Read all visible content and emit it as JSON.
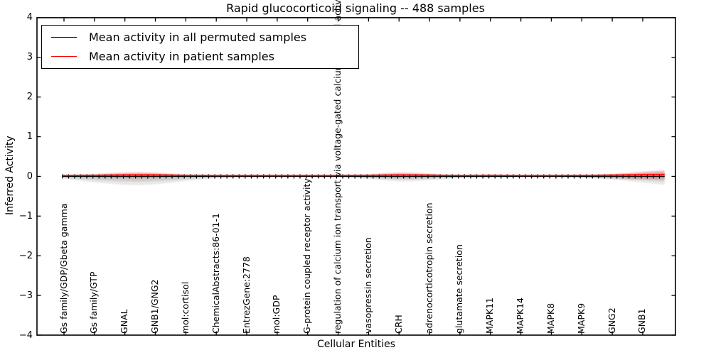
{
  "title": "Rapid glucocorticoid signaling -- 488 samples",
  "axes": {
    "xlabel": "Cellular Entities",
    "ylabel": "Inferred Activity",
    "ytick_labels": [
      "4",
      "3",
      "2",
      "1",
      "0",
      "−1",
      "−2",
      "−3",
      "−4"
    ]
  },
  "legend": {
    "entries": [
      {
        "label": "Mean activity in all permuted samples",
        "color": "#000000"
      },
      {
        "label": "Mean activity in patient samples",
        "color": "#ff0000"
      }
    ]
  },
  "chart_data": {
    "type": "line",
    "title": "Rapid glucocorticoid signaling -- 488 samples",
    "xlabel": "Cellular Entities",
    "ylabel": "Inferred Activity",
    "ylim": [
      -4,
      4
    ],
    "yticks": [
      4,
      3,
      2,
      1,
      0,
      -1,
      -2,
      -3,
      -4
    ],
    "grid": false,
    "legend_position": "upper left",
    "marker": "+",
    "categories": [
      "Gs family/GDP/Gbeta gamma",
      "Gs family/GTP",
      "GNAL",
      "GNB1/GNG2",
      "mol:cortisol",
      "ChemicalAbstracts:86-01-1",
      "EntrezGene:2778",
      "mol:GDP",
      "G-protein coupled receptor activity",
      "regulation of calcium ion transport via voltage-gated calcium channel activity",
      "vasopressin secretion",
      "CRH",
      "adrenocorticotropin secretion",
      "glutamate secretion",
      "MAPK11",
      "MAPK14",
      "MAPK8",
      "MAPK9",
      "GNG2",
      "GNB1"
    ],
    "series": [
      {
        "name": "Mean activity in all permuted samples",
        "color": "#000000",
        "values": [
          0,
          0,
          0,
          0,
          0,
          0,
          0,
          0,
          0,
          0,
          0,
          0,
          0,
          0,
          0,
          0,
          0,
          0,
          0,
          0
        ]
      },
      {
        "name": "Mean activity in patient samples",
        "color": "#ff0000",
        "values": [
          0.01,
          0.015,
          0.025,
          0.025,
          0.015,
          0.01,
          0.01,
          0.01,
          0.01,
          0.01,
          0.015,
          0.025,
          0.02,
          0.01,
          0.015,
          0.01,
          0.01,
          0.012,
          0.02,
          0.03
        ]
      }
    ],
    "bands": [
      {
        "name": "activity range in permuted samples",
        "color": "#787878",
        "points": [
          [
            0.95,
            -0.02,
            0.015
          ],
          [
            1,
            -0.06,
            0.03
          ],
          [
            1.5,
            -0.11,
            0.05
          ],
          [
            2,
            -0.15,
            0.06
          ],
          [
            2.5,
            -0.185,
            0.075
          ],
          [
            3,
            -0.21,
            0.085
          ],
          [
            3.5,
            -0.22,
            0.09
          ],
          [
            4,
            -0.2,
            0.085
          ],
          [
            4.5,
            -0.16,
            0.07
          ],
          [
            5,
            -0.115,
            0.055
          ],
          [
            5.5,
            -0.075,
            0.04
          ],
          [
            6,
            -0.05,
            0.03
          ],
          [
            6.5,
            -0.035,
            0.025
          ],
          [
            7,
            -0.025,
            0.02
          ],
          [
            7.5,
            -0.022,
            0.018
          ],
          [
            8,
            -0.022,
            0.018
          ],
          [
            8.5,
            -0.022,
            0.018
          ],
          [
            9,
            -0.022,
            0.018
          ],
          [
            9.5,
            -0.022,
            0.018
          ],
          [
            10,
            -0.025,
            0.02
          ],
          [
            10.5,
            -0.035,
            0.03
          ],
          [
            11,
            -0.06,
            0.05
          ],
          [
            11.5,
            -0.1,
            0.085
          ],
          [
            12,
            -0.125,
            0.105
          ],
          [
            12.5,
            -0.12,
            0.1
          ],
          [
            13,
            -0.095,
            0.075
          ],
          [
            13.5,
            -0.065,
            0.05
          ],
          [
            14,
            -0.04,
            0.03
          ],
          [
            14.5,
            -0.03,
            0.022
          ],
          [
            15,
            -0.025,
            0.02
          ],
          [
            15.5,
            -0.022,
            0.018
          ],
          [
            16,
            -0.022,
            0.018
          ],
          [
            16.5,
            -0.022,
            0.018
          ],
          [
            17,
            -0.022,
            0.018
          ],
          [
            17.5,
            -0.025,
            0.02
          ],
          [
            18,
            -0.035,
            0.028
          ],
          [
            18.5,
            -0.055,
            0.04
          ],
          [
            19,
            -0.08,
            0.06
          ],
          [
            19.5,
            -0.115,
            0.085
          ],
          [
            20,
            -0.155,
            0.115
          ],
          [
            20.4,
            -0.19,
            0.14
          ],
          [
            20.72,
            -0.21,
            0.155
          ]
        ]
      },
      {
        "name": "activity range in patient samples",
        "color": "#ff0000",
        "points": [
          [
            0.95,
            -0.012,
            0.012
          ],
          [
            1,
            -0.015,
            0.015
          ],
          [
            1.5,
            -0.02,
            0.03
          ],
          [
            2,
            -0.03,
            0.05
          ],
          [
            2.5,
            -0.045,
            0.08
          ],
          [
            3,
            -0.055,
            0.1
          ],
          [
            3.5,
            -0.06,
            0.11
          ],
          [
            4,
            -0.05,
            0.095
          ],
          [
            4.5,
            -0.035,
            0.065
          ],
          [
            5,
            -0.022,
            0.04
          ],
          [
            5.5,
            -0.015,
            0.025
          ],
          [
            6,
            -0.012,
            0.018
          ],
          [
            6.5,
            -0.012,
            0.015
          ],
          [
            7,
            -0.012,
            0.015
          ],
          [
            7.5,
            -0.012,
            0.015
          ],
          [
            8,
            -0.012,
            0.015
          ],
          [
            8.5,
            -0.012,
            0.015
          ],
          [
            9,
            -0.012,
            0.015
          ],
          [
            9.5,
            -0.012,
            0.015
          ],
          [
            10,
            -0.012,
            0.015
          ],
          [
            10.5,
            -0.015,
            0.025
          ],
          [
            11,
            -0.025,
            0.045
          ],
          [
            11.5,
            -0.035,
            0.07
          ],
          [
            12,
            -0.045,
            0.085
          ],
          [
            12.5,
            -0.04,
            0.075
          ],
          [
            13,
            -0.03,
            0.055
          ],
          [
            13.5,
            -0.02,
            0.035
          ],
          [
            14,
            -0.015,
            0.025
          ],
          [
            14.5,
            -0.015,
            0.03
          ],
          [
            15,
            -0.02,
            0.05
          ],
          [
            15.5,
            -0.015,
            0.03
          ],
          [
            16,
            -0.012,
            0.018
          ],
          [
            16.5,
            -0.012,
            0.015
          ],
          [
            17,
            -0.012,
            0.015
          ],
          [
            17.5,
            -0.015,
            0.018
          ],
          [
            18,
            -0.02,
            0.025
          ],
          [
            18.5,
            -0.03,
            0.04
          ],
          [
            19,
            -0.045,
            0.06
          ],
          [
            19.5,
            -0.06,
            0.09
          ],
          [
            20,
            -0.07,
            0.115
          ],
          [
            20.4,
            -0.075,
            0.135
          ],
          [
            20.72,
            -0.078,
            0.145
          ]
        ]
      }
    ]
  }
}
